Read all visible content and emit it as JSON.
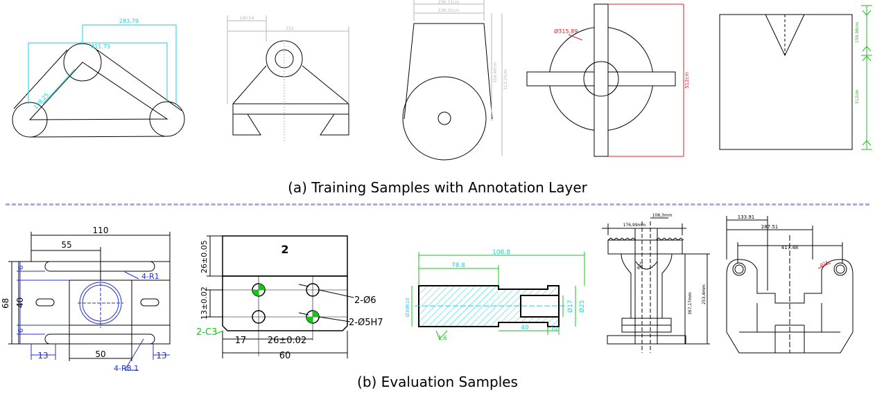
{
  "captions": {
    "training": "(a) Training Samples with Annotation Layer",
    "evaluation": "(b) Evaluation Samples"
  },
  "colors": {
    "cyan": "#19d2de",
    "gray": "#b5b5b5",
    "red": "#e0202a",
    "green": "#18c418",
    "blue": "#1f2fd0",
    "black": "#000000",
    "divider": "#b9a6d9"
  },
  "training": {
    "s1": {
      "d_top": "283.79",
      "d_mid": "411.73",
      "d_diag": "138.25"
    },
    "s2": {
      "d_small": "140.54",
      "d_large": "312"
    },
    "s3": {
      "d_top1": "236.31cm",
      "d_top2": "236.31cm",
      "d_v1": "354.46cm",
      "d_v2": "313.25cm"
    },
    "s4": {
      "d_dia": "Ø315,89",
      "d_height": "512cm"
    },
    "s5": {
      "d_top": "159,98cm",
      "d_total": "512cm"
    }
  },
  "evaluation": {
    "e1": {
      "d_width": "110",
      "d_half": "55",
      "d_height": "68",
      "d_six_top": "6",
      "d_forty": "40",
      "d_six_bot": "6",
      "d_fifty": "50",
      "d_thirteen_l": "13",
      "d_thirteen_r": "13",
      "note_r1": "4-R1",
      "note_r8": "4-R8.1"
    },
    "e2": {
      "title": "2",
      "d_26v": "26±0.05",
      "d_13": "13±0.02",
      "d_17": "17",
      "d_26h": "26±0.02",
      "d_60": "60",
      "note_hole6": "2-Ø6",
      "note_hole5": "2-Ø5H7",
      "note_c3": "2-C3"
    },
    "e3": {
      "d_total": "108.8",
      "d_left": "78.8",
      "d_right": "40",
      "d_dia17": "Ø17",
      "d_dia25": "Ø25",
      "d_left_dia": "Ø30h10",
      "d_groove": "10",
      "note_rough": "1.6"
    },
    "e4": {
      "d_width": "176,99mm",
      "d_top": "108,3mm",
      "d_h1": "367,17mm",
      "d_h2": "253,4mm",
      "d_angle": "R25"
    },
    "e5": {
      "d_a": "133.91",
      "d_b": "287.51",
      "d_c": "417.48",
      "d_hole": "Ø24"
    }
  }
}
